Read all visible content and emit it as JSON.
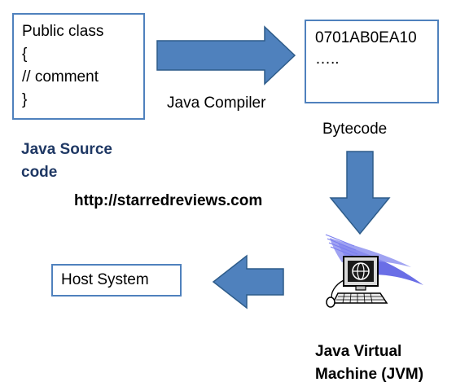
{
  "source_box": {
    "lines": [
      "Public class",
      "{",
      "// comment",
      "}"
    ]
  },
  "bytecode_box": {
    "lines": [
      "0701AB0EA10",
      "….."
    ]
  },
  "labels": {
    "compiler": "Java Compiler",
    "bytecode": "Bytecode",
    "source_line1": "Java Source",
    "source_line2": "code",
    "url": "http://starredreviews.com",
    "host": "Host System",
    "jvm_line1": "Java Virtual",
    "jvm_line2": "Machine (JVM)"
  },
  "colors": {
    "arrow_fill": "#4f81bd",
    "arrow_stroke": "#2e5c8a",
    "box_border": "#4f81bd",
    "source_label": "#1f3864"
  },
  "icons": {
    "jvm": "computer-globe-icon"
  }
}
